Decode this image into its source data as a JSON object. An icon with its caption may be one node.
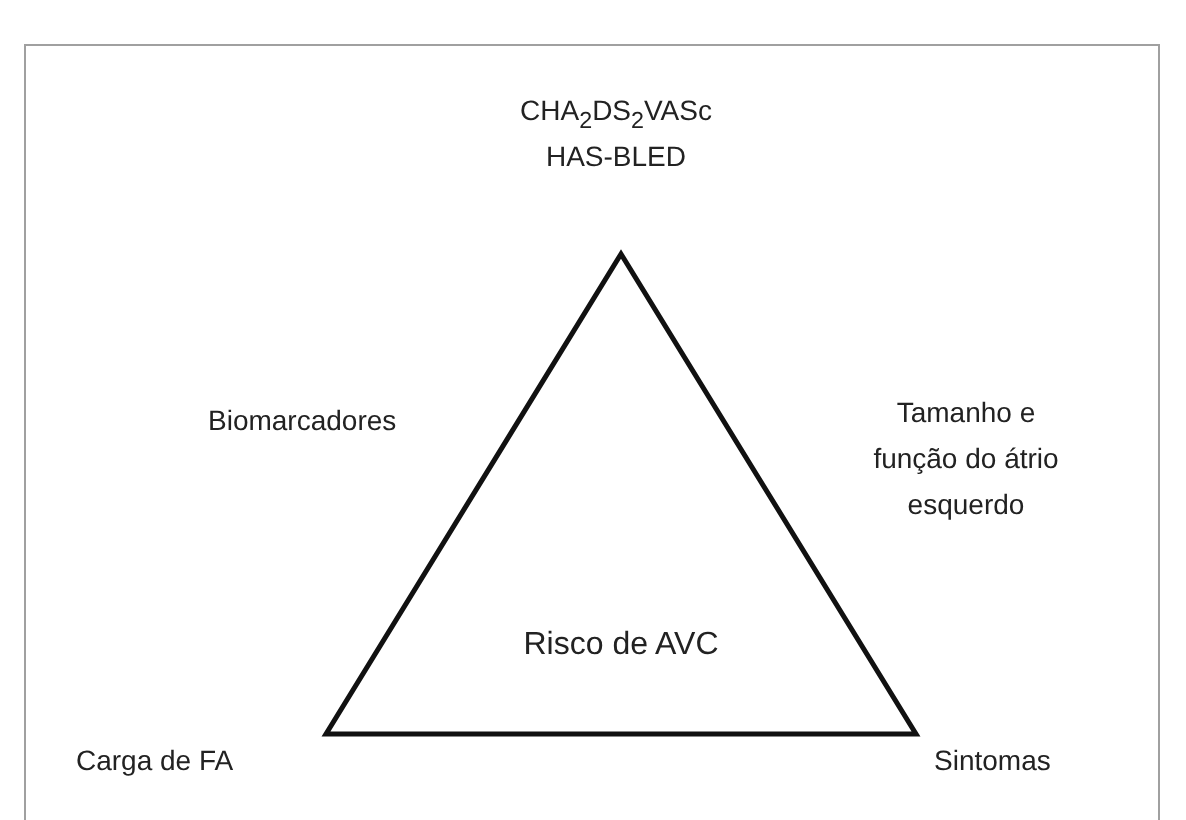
{
  "diagram": {
    "nodes": [
      {
        "text": [
          "Risco de AVC"
        ]
      }
    ],
    "labels": [
      "CHA$_{2}$DS$_{2}$VASc",
      "HAS-BLED",
      "Biomarcadores",
      "Tamanho e função do átrio esquerdo",
      "Carga de FA",
      "Sintomas"
    ]
  }
}
